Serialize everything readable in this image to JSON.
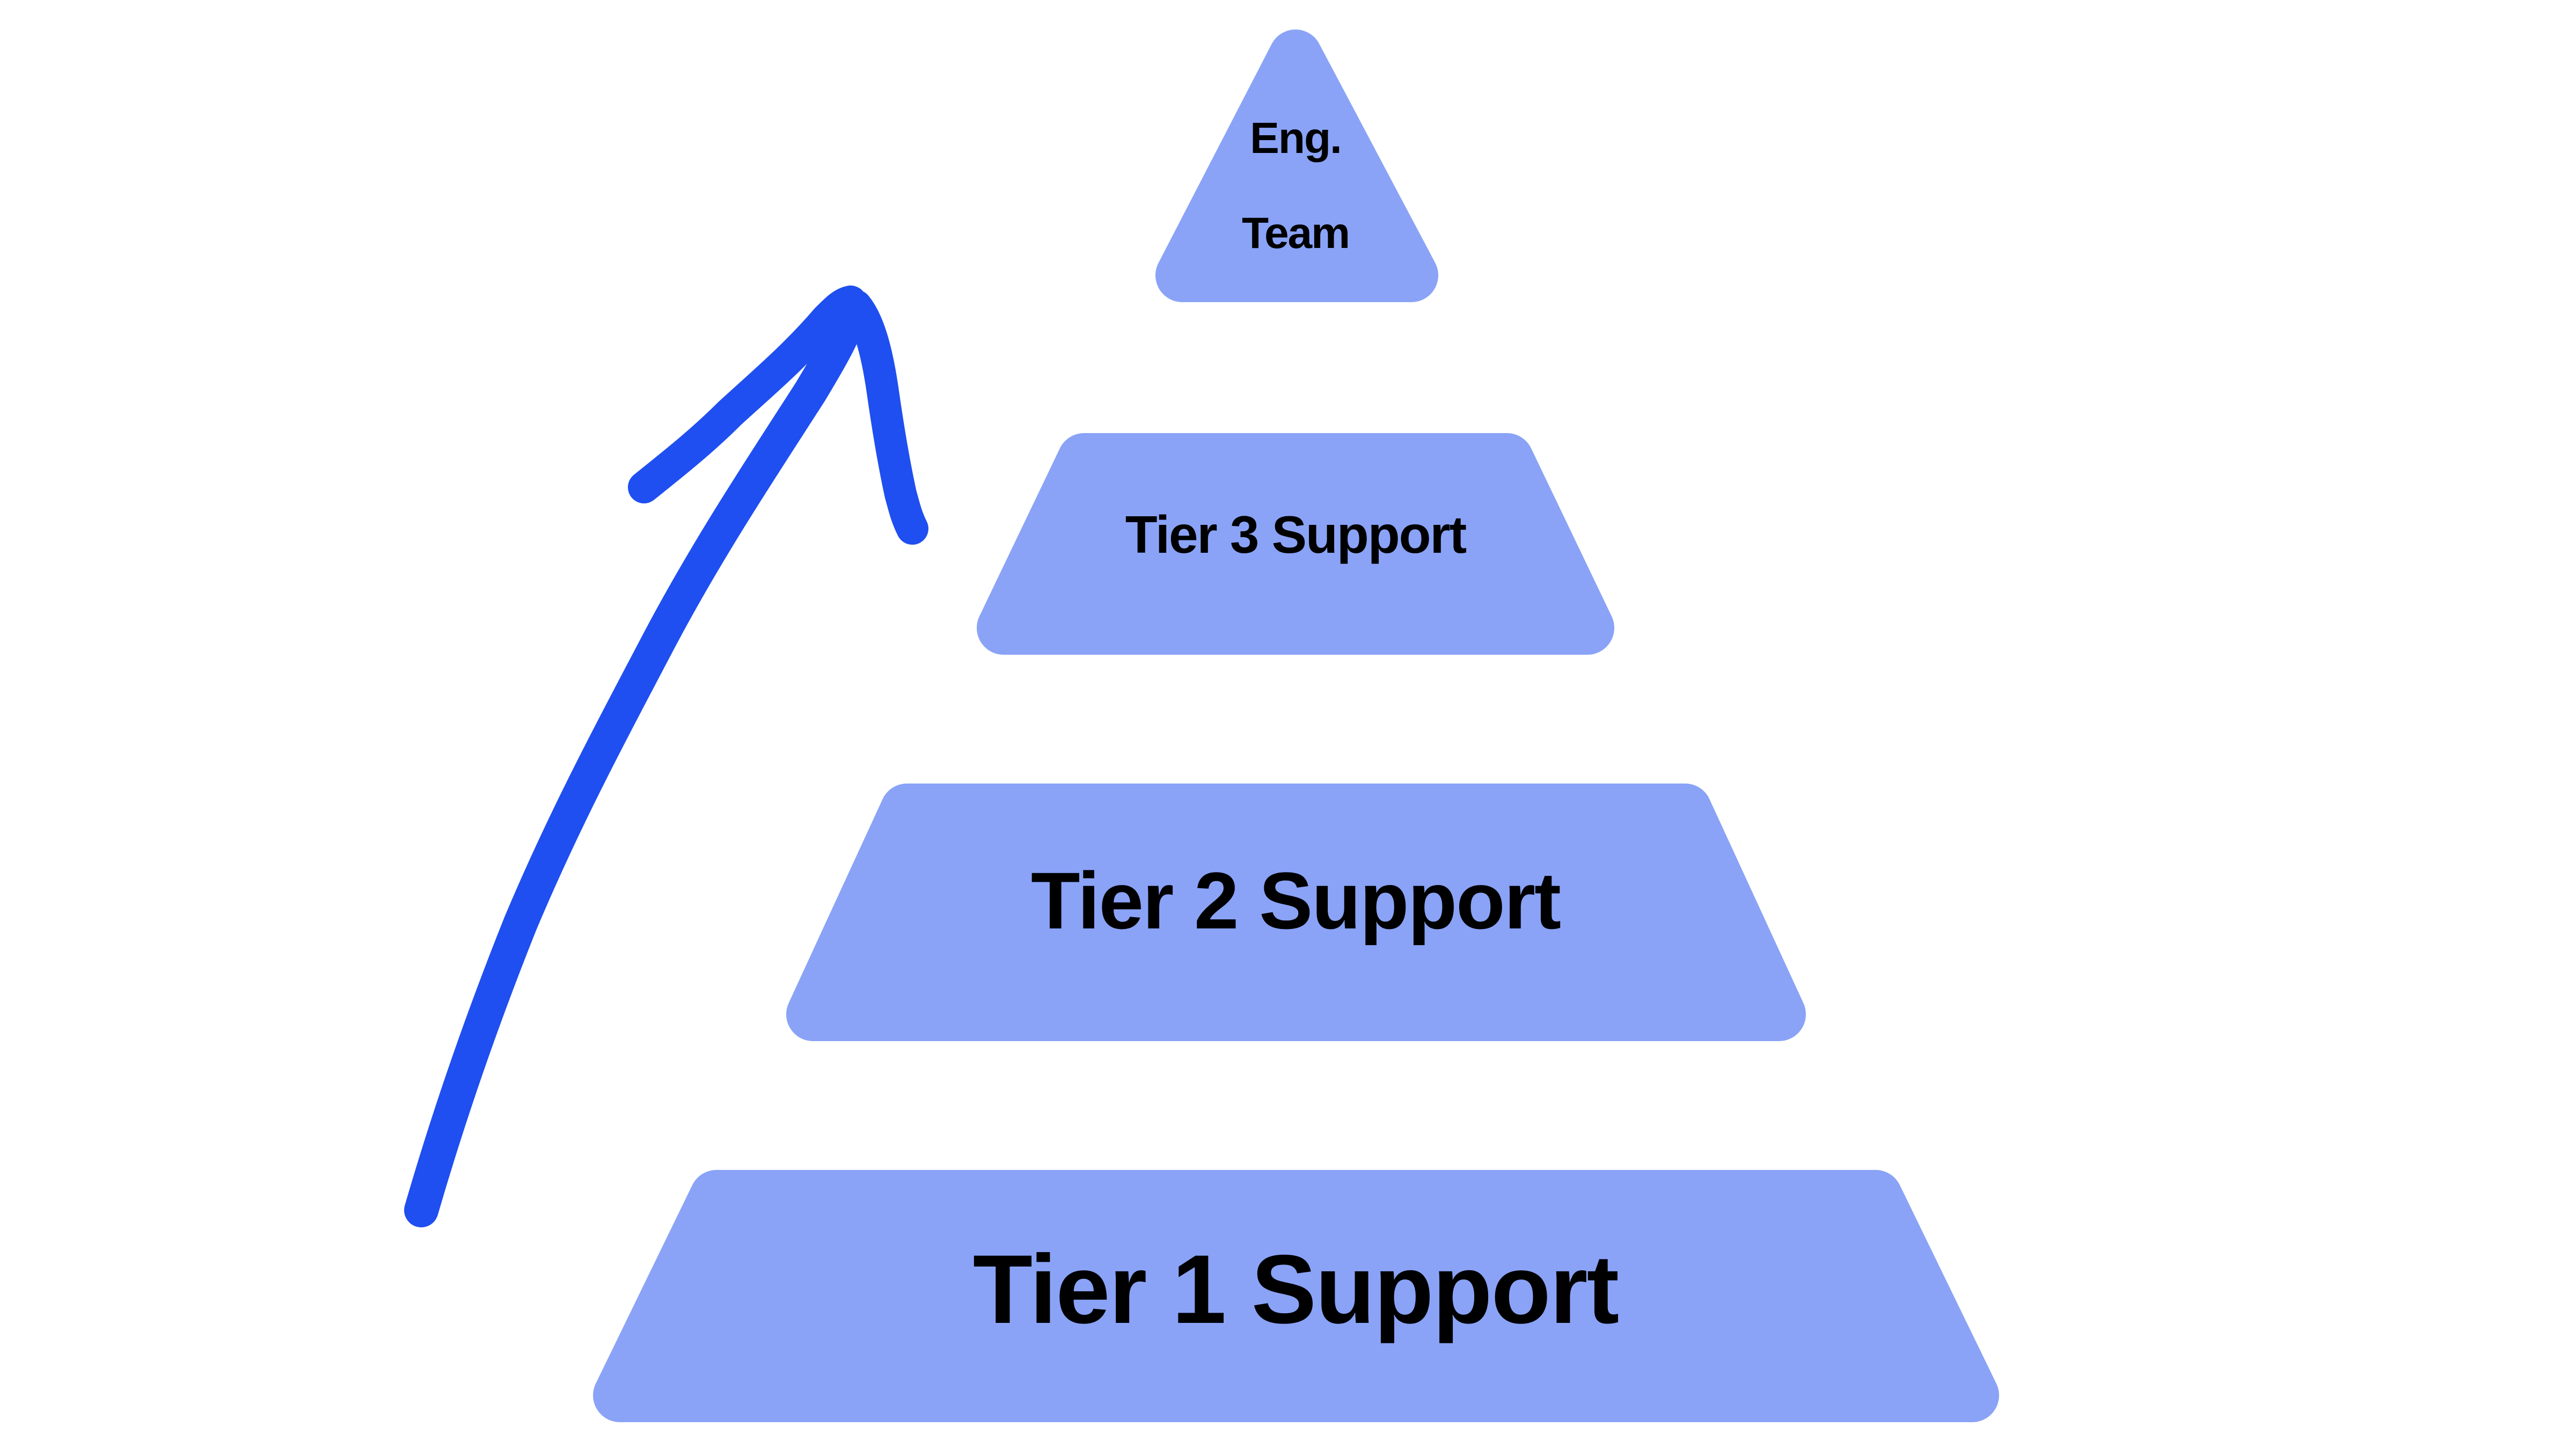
{
  "diagram": {
    "colors": {
      "background": "#ffffff",
      "tier_fill": "#8aa3f7",
      "arrow": "#1f4ff0",
      "text": "#000000"
    },
    "tiers": [
      {
        "id": "eng-team",
        "line1": "Eng.",
        "line2": "Team"
      },
      {
        "id": "tier-3",
        "label": "Tier 3 Support"
      },
      {
        "id": "tier-2",
        "label": "Tier 2 Support"
      },
      {
        "id": "tier-1",
        "label": "Tier 1 Support"
      }
    ],
    "arrow_icon": "hand-drawn-up-arrow-icon"
  }
}
